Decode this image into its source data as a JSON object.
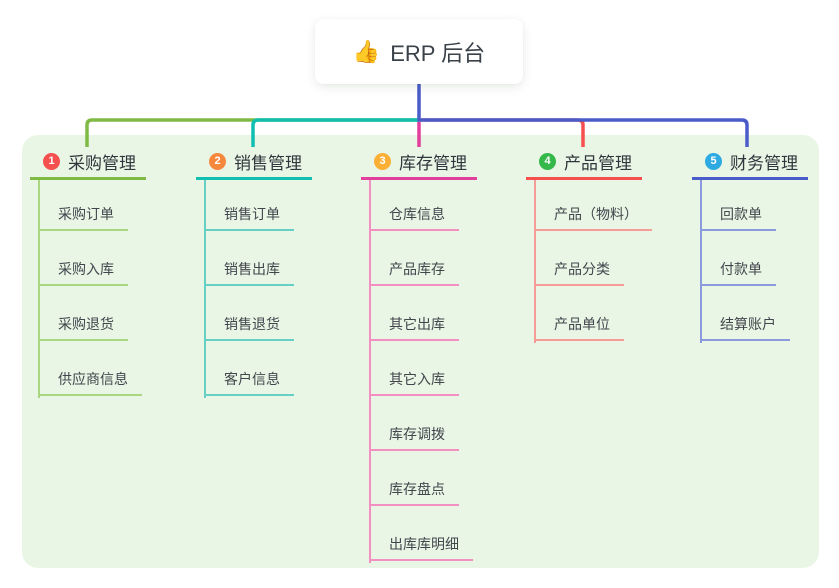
{
  "root": {
    "icon": "👍",
    "title": "ERP 后台"
  },
  "branches": [
    {
      "index": "1",
      "title": "采购管理",
      "badge_color": "#f4504f",
      "line_color": "#7fba45",
      "child_line_color": "#a9d67f",
      "children": [
        "采购订单",
        "采购入库",
        "采购退货",
        "供应商信息"
      ]
    },
    {
      "index": "2",
      "title": "销售管理",
      "badge_color": "#f6883e",
      "line_color": "#10bfb0",
      "child_line_color": "#67d0c5",
      "children": [
        "销售订单",
        "销售出库",
        "销售退货",
        "客户信息"
      ]
    },
    {
      "index": "3",
      "title": "库存管理",
      "badge_color": "#fbaf34",
      "line_color": "#e23e9c",
      "child_line_color": "#f290c1",
      "children": [
        "仓库信息",
        "产品库存",
        "其它出库",
        "其它入库",
        "库存调拨",
        "库存盘点",
        "出库库明细"
      ]
    },
    {
      "index": "4",
      "title": "产品管理",
      "badge_color": "#34b84a",
      "line_color": "#f5504d",
      "child_line_color": "#f59c96",
      "children": [
        "产品（物料）",
        "产品分类",
        "产品单位"
      ]
    },
    {
      "index": "5",
      "title": "财务管理",
      "badge_color": "#2caae1",
      "line_color": "#4a5cc9",
      "child_line_color": "#8b99dd",
      "children": [
        "回款单",
        "付款单",
        "结算账户"
      ]
    }
  ],
  "colors": {
    "canvas_background": "#eaf6e5",
    "page_background": "#ffffff",
    "root_text": "#3a4149",
    "child_text": "#41464d"
  }
}
